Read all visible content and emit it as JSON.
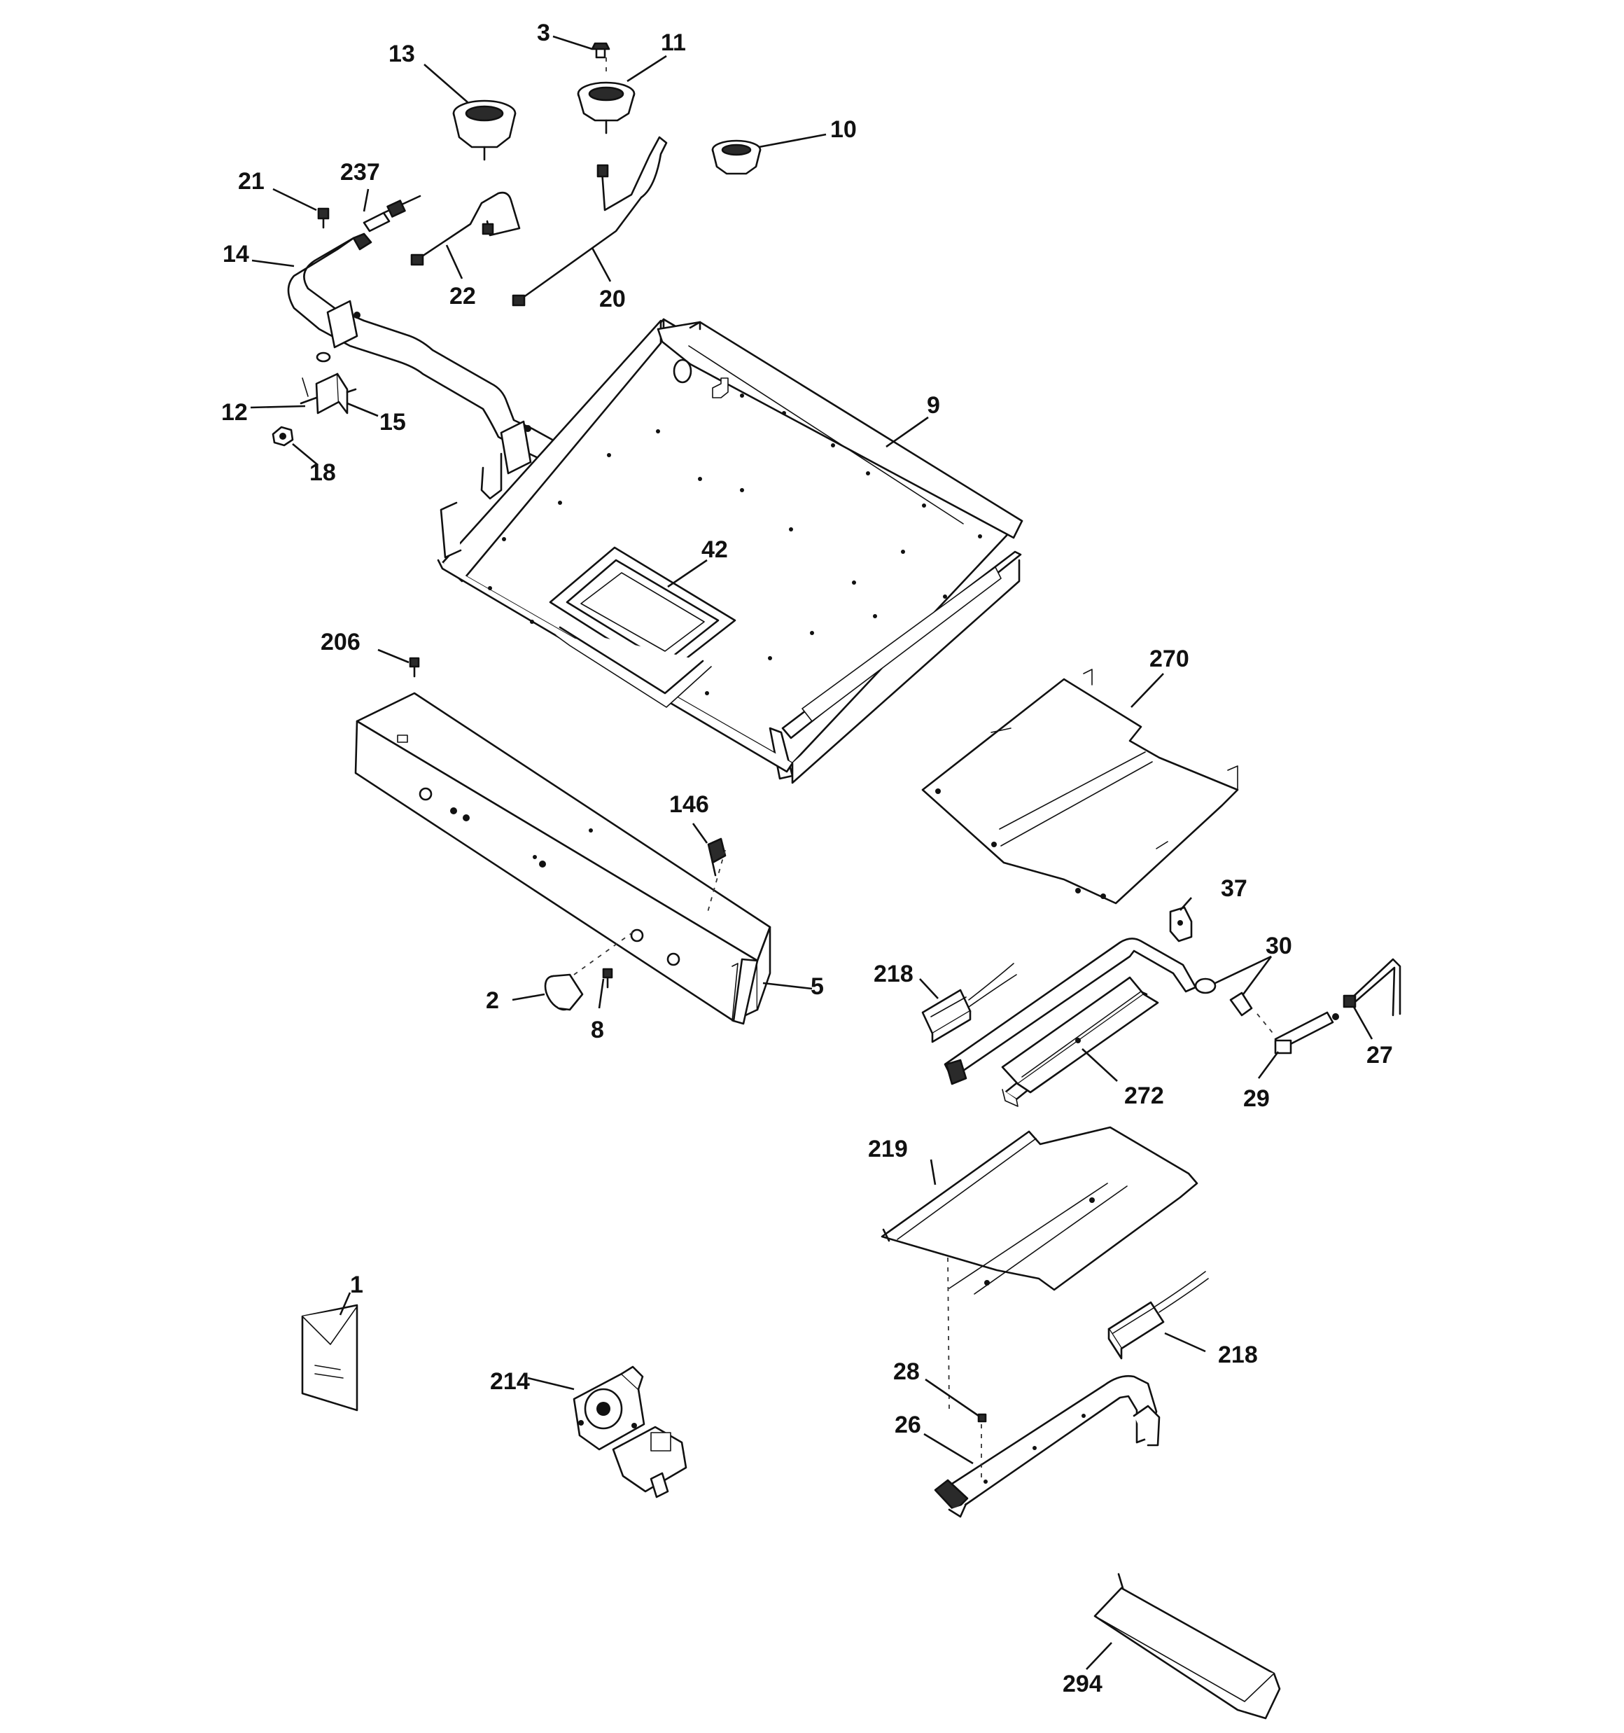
{
  "diagram": {
    "callouts": [
      {
        "id": "c3",
        "text": "3"
      },
      {
        "id": "c11",
        "text": "11"
      },
      {
        "id": "c13",
        "text": "13"
      },
      {
        "id": "c10",
        "text": "10"
      },
      {
        "id": "c21",
        "text": "21"
      },
      {
        "id": "c237",
        "text": "237"
      },
      {
        "id": "c14",
        "text": "14"
      },
      {
        "id": "c22",
        "text": "22"
      },
      {
        "id": "c20",
        "text": "20"
      },
      {
        "id": "c9",
        "text": "9"
      },
      {
        "id": "c12",
        "text": "12"
      },
      {
        "id": "c15",
        "text": "15"
      },
      {
        "id": "c18",
        "text": "18"
      },
      {
        "id": "c42",
        "text": "42"
      },
      {
        "id": "c206",
        "text": "206"
      },
      {
        "id": "c270",
        "text": "270"
      },
      {
        "id": "c146",
        "text": "146"
      },
      {
        "id": "c37",
        "text": "37"
      },
      {
        "id": "c30",
        "text": "30"
      },
      {
        "id": "c218a",
        "text": "218"
      },
      {
        "id": "c5",
        "text": "5"
      },
      {
        "id": "c2",
        "text": "2"
      },
      {
        "id": "c8",
        "text": "8"
      },
      {
        "id": "c27",
        "text": "27"
      },
      {
        "id": "c272",
        "text": "272"
      },
      {
        "id": "c29",
        "text": "29"
      },
      {
        "id": "c219",
        "text": "219"
      },
      {
        "id": "c1",
        "text": "1"
      },
      {
        "id": "c214",
        "text": "214"
      },
      {
        "id": "c218b",
        "text": "218"
      },
      {
        "id": "c28",
        "text": "28"
      },
      {
        "id": "c26",
        "text": "26"
      },
      {
        "id": "c294",
        "text": "294"
      }
    ]
  }
}
